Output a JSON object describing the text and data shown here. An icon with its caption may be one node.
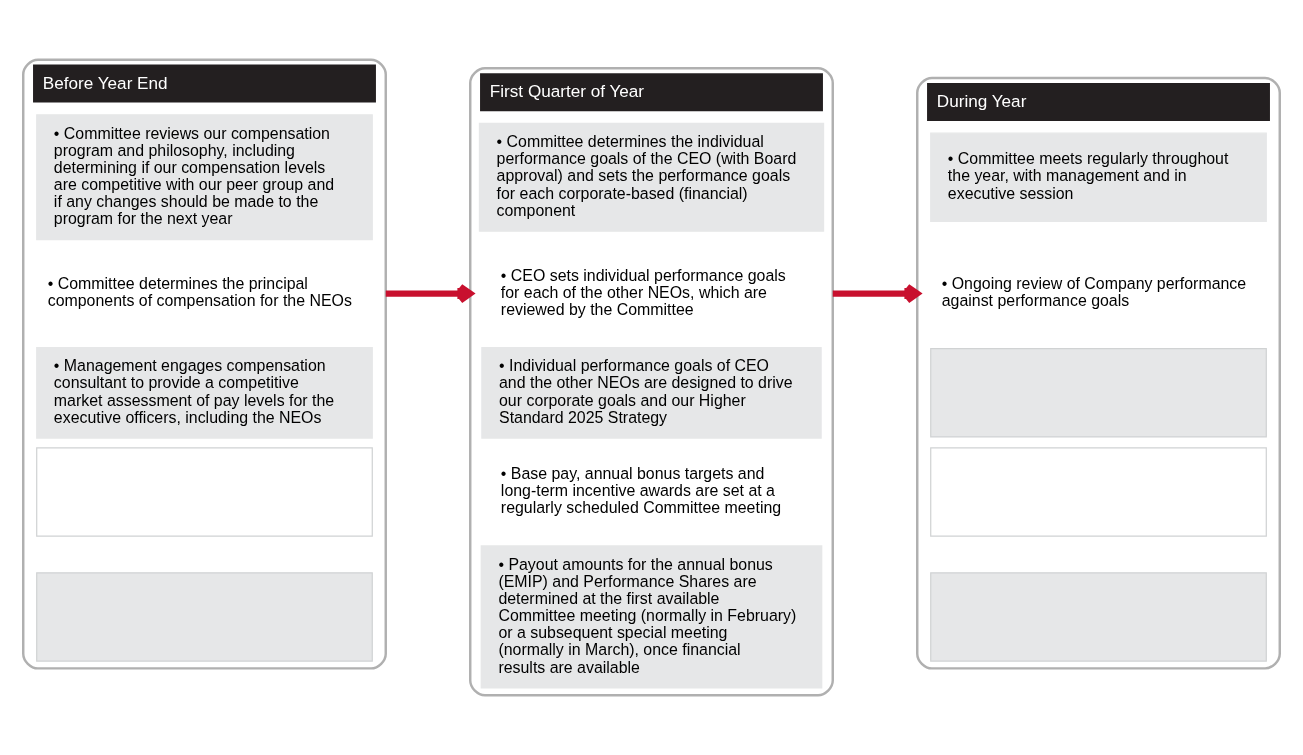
{
  "diagram": {
    "nodes": [
      {
        "text": [
          "Before Year End"
        ]
      },
      {
        "text": [
          "• Committee reviews our compensation program and philosophy, including determining if our compensation levels are competitive with our peer group and if any changes should be made to the program for the next year"
        ],
        "in": 0
      },
      {
        "text": [
          "• Committee determines the principal components of compensation for the NEOs"
        ],
        "in": 0
      },
      {
        "text": [
          "• Management engages compensation consultant to provide a competitive market assessment of pay levels for the executive officers, including the NEOs"
        ],
        "in": 0
      },
      {
        "text": [],
        "shape": "box",
        "in": 0
      },
      {
        "text": [],
        "shape": "box",
        "in": 0
      },
      {
        "text": [
          "First Quarter of Year"
        ]
      },
      {
        "text": [
          "• Committee determines the individual performance goals of the CEO (with Board approval) and sets the performance goals for each corporate-based (financial) component"
        ],
        "in": 6
      },
      {
        "text": [
          "• CEO sets individual performance goals for each of the other NEOs, which are reviewed by the Committee"
        ],
        "in": 6
      },
      {
        "text": [
          "• Individual performance goals of CEO and the other NEOs are designed to drive our corporate goals and our Higher Standard 2025 Strategy"
        ],
        "in": 6
      },
      {
        "text": [
          "• Base pay, annual bonus targets and long-term incentive awards are set at a regularly scheduled Committee meeting"
        ],
        "in": 6
      },
      {
        "text": [
          "• Payout amounts for the annual bonus (EMIP) and Performance Shares are determined at the first available Committee meeting (normally in February) or a subsequent special meeting (normally in March), once financial results are available"
        ],
        "in": 6
      },
      {
        "text": [
          "During Year"
        ]
      },
      {
        "text": [
          "• Committee meets regularly throughout the year, with management and in executive session"
        ],
        "in": 12
      },
      {
        "text": [
          "• Ongoing review of Company performance against performance goals"
        ],
        "in": 12
      },
      {
        "text": [],
        "shape": "box",
        "in": 12
      },
      {
        "text": [],
        "shape": "box",
        "in": 12
      },
      {
        "text": [],
        "shape": "box",
        "in": 12
      }
    ],
    "edges": [
      {
        "from": 0,
        "to": 6,
        "arrow": "to"
      },
      {
        "from": 6,
        "to": 12,
        "arrow": "to"
      }
    ]
  }
}
